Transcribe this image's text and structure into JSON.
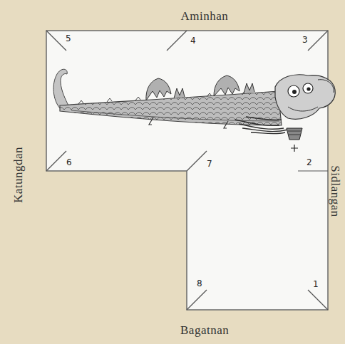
{
  "diagram": {
    "labels": [
      "Aminhan",
      "5",
      "4",
      "3",
      "Katungdan",
      "6",
      "7",
      "2",
      "Sidlangan",
      "8",
      "1",
      "Bagatnan"
    ]
  }
}
